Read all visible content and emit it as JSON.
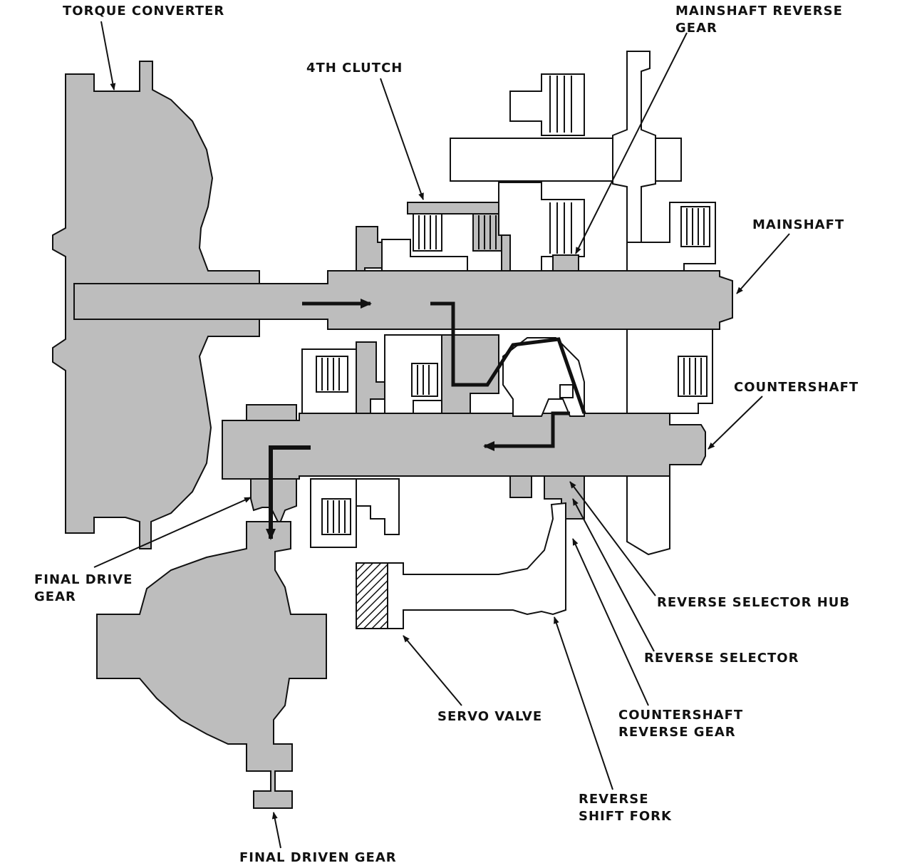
{
  "colors": {
    "part_fill": "#bdbdbd",
    "outline": "#111111",
    "flow": "#111111",
    "background": "#ffffff"
  },
  "labels": {
    "torque_converter": "TORQUE CONVERTER",
    "mainshaft_reverse_gear_l1": "MAINSHAFT REVERSE",
    "mainshaft_reverse_gear_l2": "GEAR",
    "fourth_clutch": "4TH CLUTCH",
    "mainshaft": "MAINSHAFT",
    "countershaft": "COUNTERSHAFT",
    "final_drive_gear_l1": "FINAL DRIVE",
    "final_drive_gear_l2": "GEAR",
    "reverse_selector_hub": "REVERSE SELECTOR HUB",
    "reverse_selector": "REVERSE SELECTOR",
    "servo_valve": "SERVO VALVE",
    "countershaft_reverse_gear_l1": "COUNTERSHAFT",
    "countershaft_reverse_gear_l2": "REVERSE GEAR",
    "reverse_shift_fork_l1": "REVERSE",
    "reverse_shift_fork_l2": "SHIFT FORK",
    "final_driven_gear": "FINAL DRIVEN GEAR"
  }
}
